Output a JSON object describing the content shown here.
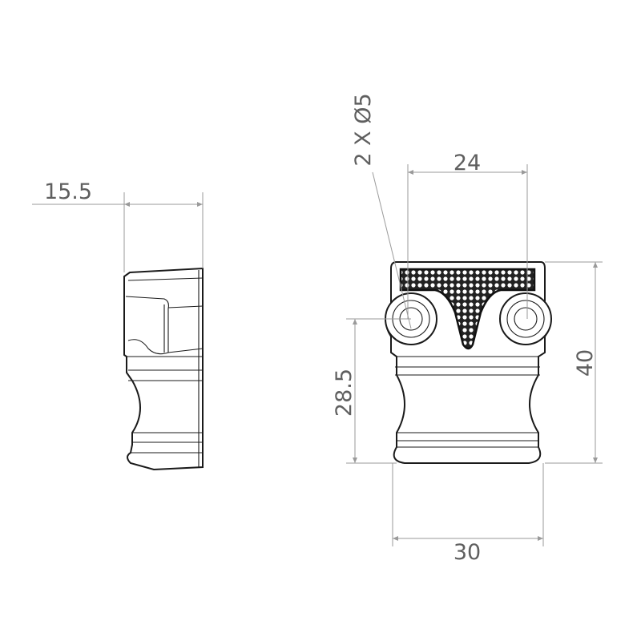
{
  "drawing": {
    "dimensions": {
      "side_width": "15.5",
      "hole_note": "2 X Ø5",
      "hole_spacing": "24",
      "hole_height": "28.5",
      "total_height": "40",
      "total_width": "30"
    },
    "colors": {
      "line": "#1a1a1a",
      "dimension": "#9a9a9a",
      "text": "#5f5f5f"
    }
  }
}
